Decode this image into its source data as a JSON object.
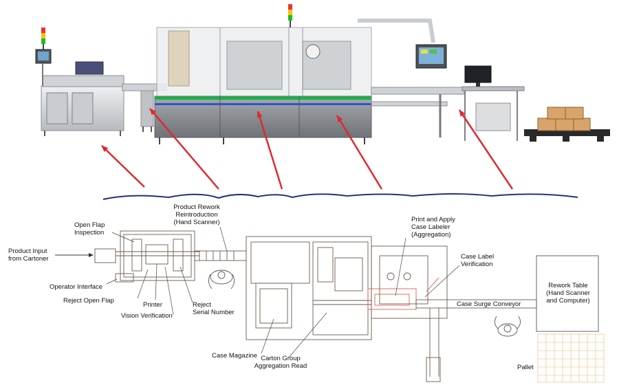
{
  "labels": {
    "product_input": "Product Input\nfrom Cartoner",
    "open_flap_inspection": "Open Flap\nInspection",
    "operator_interface": "Operator Interface",
    "reject_open_flap": "Reject Open Flap",
    "printer": "Printer",
    "vision_verification": "Vision Verification",
    "reject_serial_number": "Reject\nSerial Number",
    "product_rework": "Product Rework\nReintroduction\n(Hand Scanner)",
    "print_apply_labeler": "Print and Apply\nCase Labeler\n(Aggregation)",
    "case_label_verification": "Case Label\nVerification",
    "case_surge_conveyor": "Case Surge Conveyor",
    "rework_table": "Rework Table\n(Hand Scanner\nand Computer)",
    "case_magazine": "Case Magazine",
    "carton_group_read": "Carton Group\nAggregation Read",
    "pallet": "Pallet"
  },
  "colors": {
    "arrow": "#e0282f",
    "brace": "#25307a",
    "drawing_line": "#6b5a4a",
    "highlight": "#e65a4a",
    "machine_frame": "#d9dadb",
    "machine_base": "#8a8d92",
    "green_stripe": "#1fae4b",
    "blue_stripe": "#2b56c8",
    "box": "#d9a46b",
    "pallet": "#2a2a2a"
  },
  "icons": [
    "stack-light-icon",
    "hmi-screen-icon",
    "monitor-icon",
    "operator-figure-icon"
  ]
}
